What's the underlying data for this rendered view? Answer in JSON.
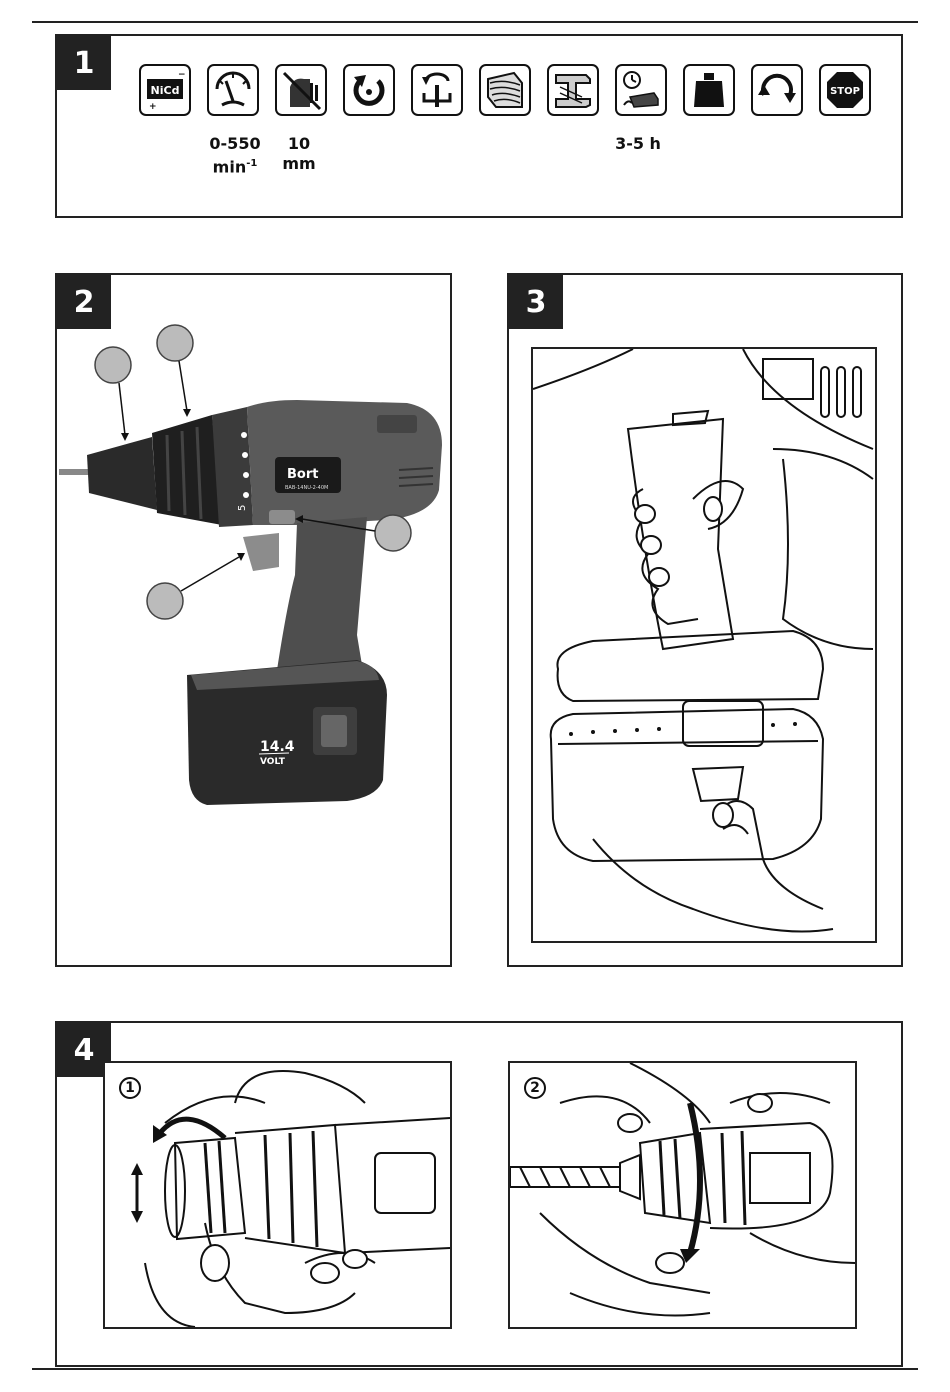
{
  "panels": {
    "p1": "1",
    "p2": "2",
    "p3": "3",
    "p4": "4"
  },
  "specs": {
    "speed_value": "0-550",
    "speed_unit": "min",
    "speed_exp": "-1",
    "chuck_value": "10",
    "chuck_unit": "mm",
    "charge_time": "3-5 h"
  },
  "icons": {
    "battery_text": "NiCd",
    "stop_text": "STOP",
    "list": [
      "battery-nicd-icon",
      "speed-gauge-icon",
      "chuck-capacity-icon",
      "reverse-rotation-icon",
      "torque-clutch-icon",
      "wood-drilling-icon",
      "metal-drilling-icon",
      "charging-time-icon",
      "weight-icon",
      "rotation-direction-icon",
      "stop-icon"
    ]
  },
  "drill": {
    "brand": "Bort",
    "model": "BAB-14NU-2-40M",
    "voltage": "14.4",
    "volt_unit": "VOLT",
    "clutch_mark": "5"
  },
  "steps": {
    "s1": "1",
    "s2": "2"
  },
  "colors": {
    "frame": "#222222",
    "drill_body": "#5a5a5a",
    "drill_dark": "#2a2a2a",
    "trigger": "#8c8c8c"
  }
}
